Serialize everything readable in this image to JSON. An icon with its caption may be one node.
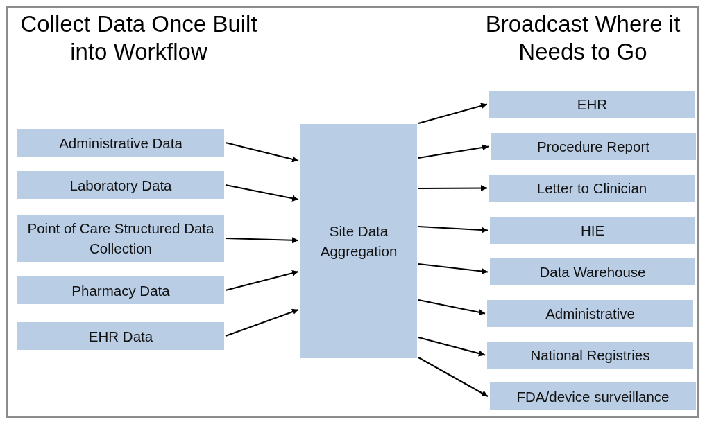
{
  "diagram": {
    "nodes": [
      {
        "text": [
          "Collect Data Once Built into Workflow"
        ]
      },
      {
        "text": [
          "Broadcast Where it Needs to Go"
        ]
      },
      {
        "text": [
          "Administrative Data"
        ]
      },
      {
        "text": [
          "Laboratory Data"
        ]
      },
      {
        "text": [
          "Point of Care Structured Data Collection"
        ]
      },
      {
        "text": [
          "Pharmacy Data"
        ]
      },
      {
        "text": [
          "EHR Data"
        ]
      },
      {
        "text": [
          "Site Data Aggregation"
        ]
      },
      {
        "text": [
          "EHR"
        ]
      },
      {
        "text": [
          "Procedure Report"
        ]
      },
      {
        "text": [
          "Letter to Clinician"
        ]
      },
      {
        "text": [
          "HIE"
        ]
      },
      {
        "text": [
          "Data Warehouse"
        ]
      },
      {
        "text": [
          "Administrative"
        ]
      },
      {
        "text": [
          "National Registries"
        ]
      },
      {
        "text": [
          "FDA/device surveillance"
        ]
      }
    ],
    "edges": [
      {
        "from": 2,
        "to": 7,
        "arrow": "to"
      },
      {
        "from": 3,
        "to": 7,
        "arrow": "to"
      },
      {
        "from": 4,
        "to": 7,
        "arrow": "to"
      },
      {
        "from": 5,
        "to": 7,
        "arrow": "to"
      },
      {
        "from": 6,
        "to": 7,
        "arrow": "to"
      },
      {
        "from": 7,
        "to": 8,
        "arrow": "to"
      },
      {
        "from": 7,
        "to": 9,
        "arrow": "to"
      },
      {
        "from": 7,
        "to": 10,
        "arrow": "to"
      },
      {
        "from": 7,
        "to": 11,
        "arrow": "to"
      },
      {
        "from": 7,
        "to": 12,
        "arrow": "to"
      },
      {
        "from": 7,
        "to": 13,
        "arrow": "to"
      },
      {
        "from": 7,
        "to": 14,
        "arrow": "to"
      },
      {
        "from": 7,
        "to": 15,
        "arrow": "to"
      }
    ]
  }
}
